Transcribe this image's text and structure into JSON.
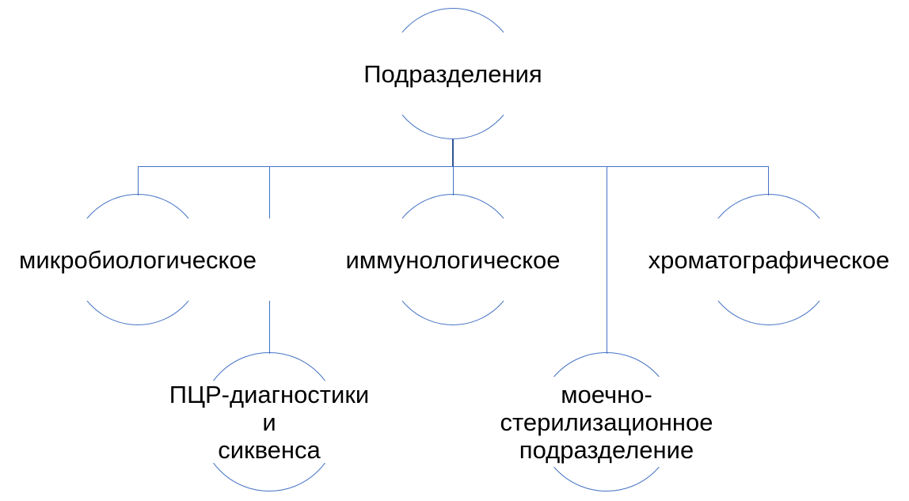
{
  "diagram": {
    "type": "hierarchy",
    "nodes": [
      {
        "id": "root",
        "label": "Подразделения"
      },
      {
        "id": "microbiological",
        "label": "микробиологическое"
      },
      {
        "id": "immunological",
        "label": "иммунологическое"
      },
      {
        "id": "chromatographic",
        "label": "хроматографическое"
      },
      {
        "id": "pcr-sequencing",
        "label": "ПЦР-диагностики и\nсиквенса"
      },
      {
        "id": "washing-sterilization",
        "label": "моечно-\nстерилизационное\nподразделение"
      }
    ],
    "edges": [
      {
        "from": "root",
        "to": "microbiological"
      },
      {
        "from": "root",
        "to": "pcr-sequencing"
      },
      {
        "from": "root",
        "to": "immunological"
      },
      {
        "from": "root",
        "to": "washing-sterilization"
      },
      {
        "from": "root",
        "to": "chromatographic"
      }
    ],
    "colors": {
      "accent": "#4472C4",
      "connector_thin": "#4472C4",
      "connector_thick": "#2F5597",
      "text": "#000000",
      "background": "#FFFFFF"
    }
  }
}
